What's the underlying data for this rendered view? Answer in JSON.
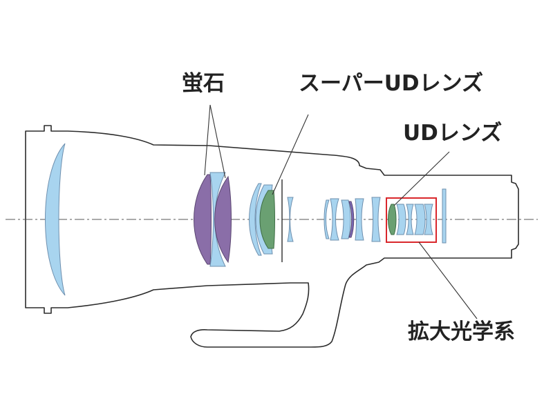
{
  "labels": {
    "fluorite": "蛍石",
    "super_ud": "スーパーUDレンズ",
    "ud": "UDレンズ",
    "magnifier": "拡大光学系"
  },
  "colors": {
    "outline": "#2b2b2b",
    "axis": "#555555",
    "lens_blue": "#a8d4ef",
    "lens_purple": "#8a6ea8",
    "lens_green": "#6aa072",
    "highlight_box": "#d9262b",
    "text": "#222222"
  }
}
